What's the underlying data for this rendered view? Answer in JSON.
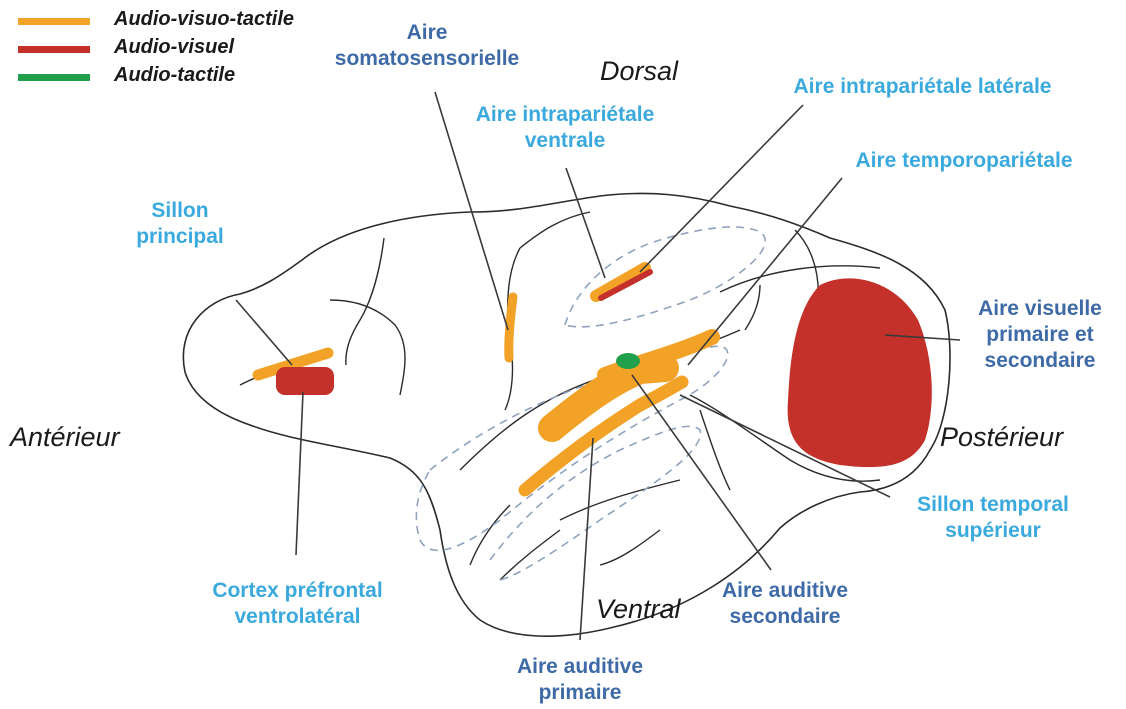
{
  "colors": {
    "audio_visuo_tactile": "#f2a227",
    "audio_visuel": "#c4302a",
    "audio_tactile": "#21a04b",
    "label_light": "#3aa9dd",
    "label_dark": "#3e6aa7",
    "outline": "#2b2b2b",
    "dashed": "#8fa3bd"
  },
  "legend": [
    {
      "label": "Audio-visuo-tactile",
      "color": "#f2a227"
    },
    {
      "label": "Audio-visuel",
      "color": "#c4302a"
    },
    {
      "label": "Audio-tactile",
      "color": "#21a04b"
    }
  ],
  "orientation": {
    "dorsal": "Dorsal",
    "ventral": "Ventral",
    "anterior": "Antérieur",
    "posterior": "Postérieur"
  },
  "labels": {
    "aire_somato_1": "Aire",
    "aire_somato_2": "somatosensorielle",
    "intra_ventrale_1": "Aire intrapariétale",
    "intra_ventrale_2": "ventrale",
    "intra_laterale": "Aire intrapariétale latérale",
    "temporopar": "Aire temporopariétale",
    "sillon_principal_1": "Sillon",
    "sillon_principal_2": "principal",
    "visuelle_1": "Aire visuelle",
    "visuelle_2": "primaire et",
    "visuelle_3": "secondaire",
    "sillon_temporal_1": "Sillon temporal",
    "sillon_temporal_2": "supérieur",
    "cortex_1": "Cortex préfrontal",
    "cortex_2": "ventrolatéral",
    "aud_sec_1": "Aire auditive",
    "aud_sec_2": "secondaire",
    "aud_prim_1": "Aire auditive",
    "aud_prim_2": "primaire"
  }
}
